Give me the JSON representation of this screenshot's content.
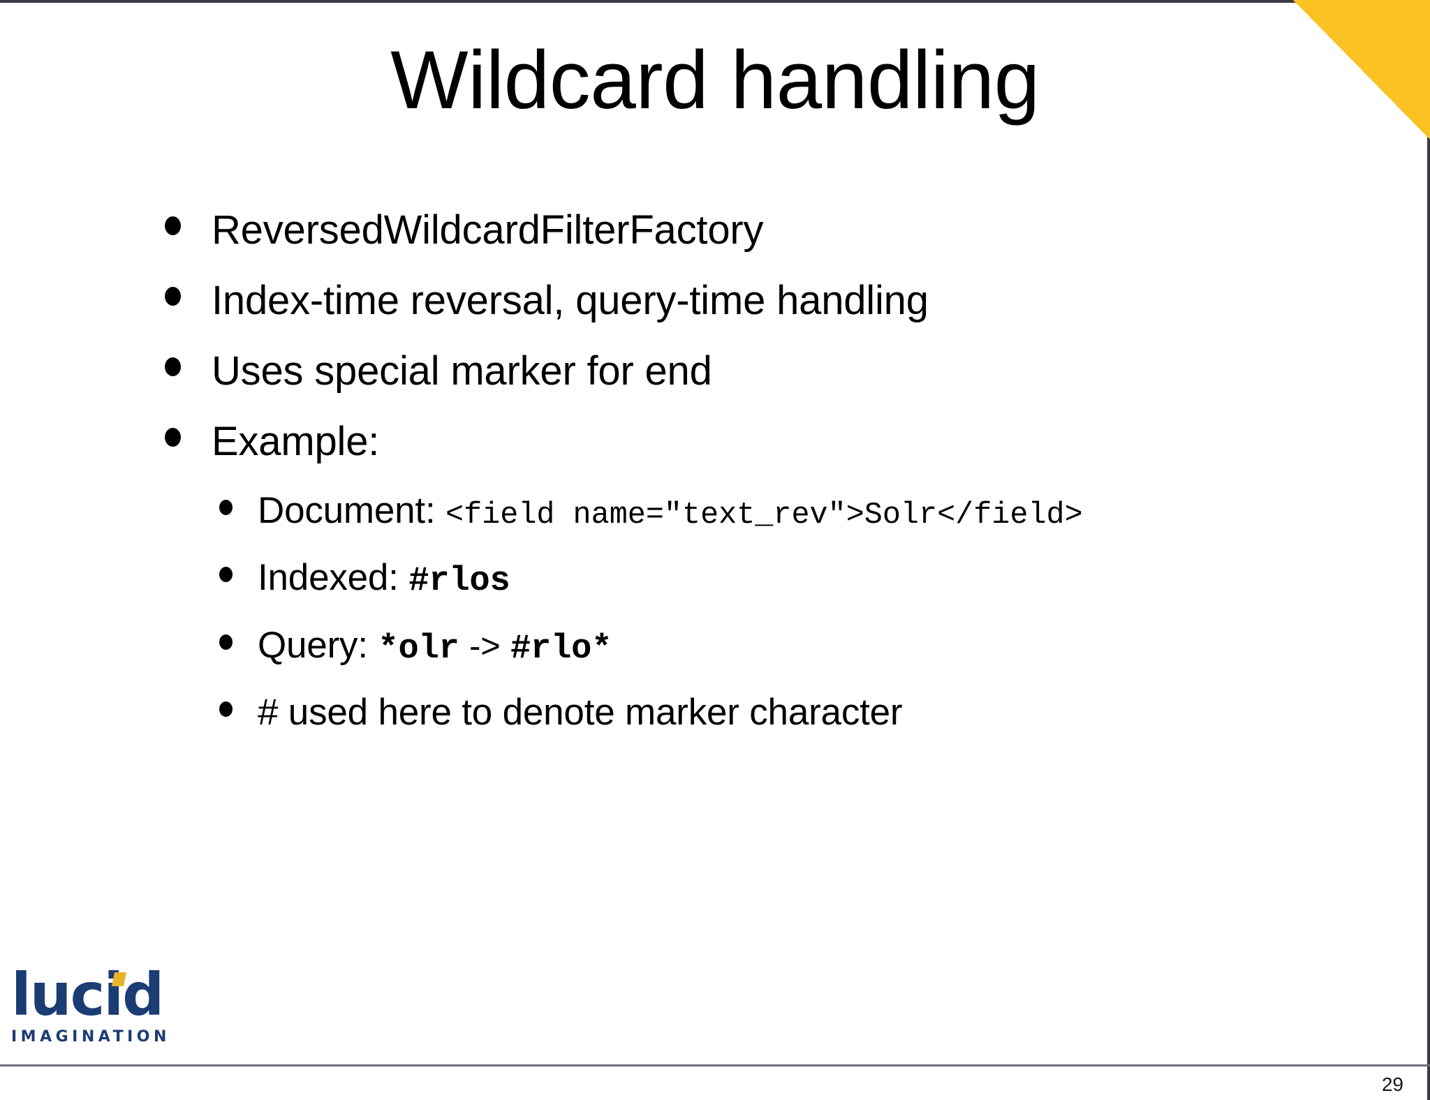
{
  "slide": {
    "title": "Wildcard handling",
    "page_number": "29",
    "accent_color": "#FBC223",
    "logo_color": "#1C3C74",
    "text_color": "#000000",
    "background_color": "#FFFFFF"
  },
  "bullets": [
    {
      "text": "ReversedWildcardFilterFactory"
    },
    {
      "text": "Index-time reversal, query-time handling"
    },
    {
      "text": "Uses special marker for end"
    },
    {
      "text": "Example:"
    }
  ],
  "sub_bullets": [
    {
      "label": "Document:",
      "code": "<field name=\"text_rev\">Solr</field>",
      "code_style": "mono"
    },
    {
      "label": "Indexed:",
      "code": "#rlos",
      "code_style": "mono-bold"
    },
    {
      "label": "Query:",
      "code_left": "*olr",
      "arrow": "->",
      "code_right": "#rlo*",
      "code_style": "mono-bold"
    },
    {
      "label": "# used here to denote marker character",
      "code": "",
      "code_style": "none"
    }
  ],
  "logo": {
    "word": "lucid",
    "subtitle": "IMAGINATION"
  }
}
